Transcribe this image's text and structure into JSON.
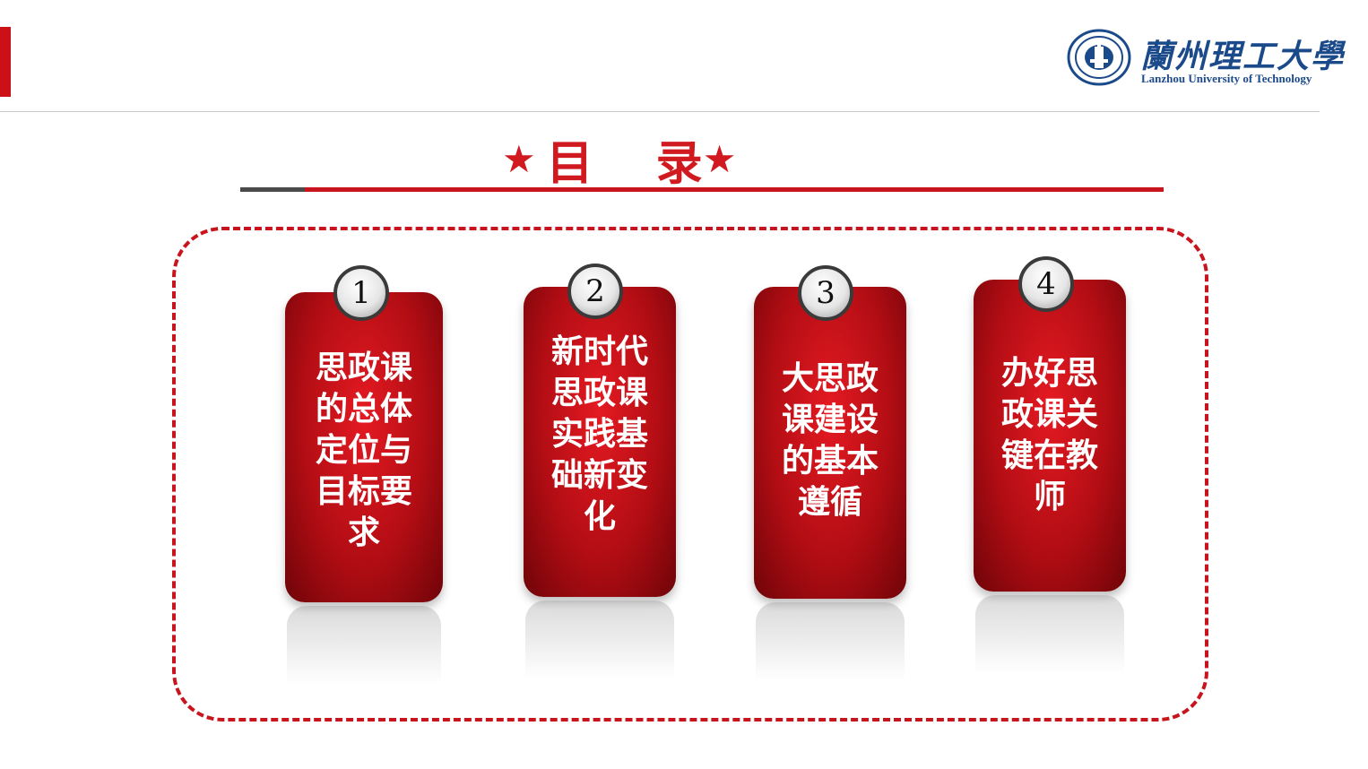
{
  "header": {
    "logo_cn": "蘭州理工大學",
    "logo_en": "Lanzhou University of Technology"
  },
  "title": {
    "star_left": "★",
    "text_1": "目",
    "text_2": "录",
    "star_right": "★"
  },
  "items": [
    {
      "number": "1",
      "lines": [
        "思政课",
        "的总体",
        "定位与",
        "目标要",
        "求"
      ]
    },
    {
      "number": "2",
      "lines": [
        "新时代",
        "思政课",
        "实践基",
        "础新变",
        "化"
      ]
    },
    {
      "number": "3",
      "lines": [
        "大思政",
        "课建设",
        "的基本",
        "遵循"
      ]
    },
    {
      "number": "4",
      "lines": [
        "办好思",
        "政课关",
        "键在教",
        "师"
      ]
    }
  ],
  "colors": {
    "accent": "#c8141c",
    "logo_blue": "#1b4a8a"
  },
  "icons": [
    "university-seal-icon",
    "star-icon"
  ]
}
